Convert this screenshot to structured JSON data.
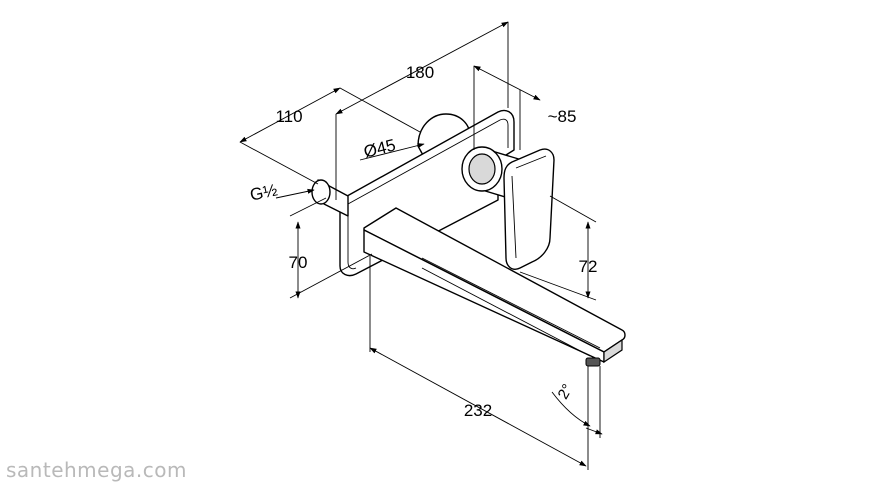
{
  "diagram": {
    "dimensions": {
      "overall_depth": "180",
      "pipe_depth": "110",
      "lever_offset": "~85",
      "rosette_diameter": "Ø45",
      "thread": "G½",
      "pipe_height": "70",
      "handle_height": "72",
      "spout_length": "232",
      "spout_angle": "2°"
    }
  },
  "watermark": "santehmega.com"
}
